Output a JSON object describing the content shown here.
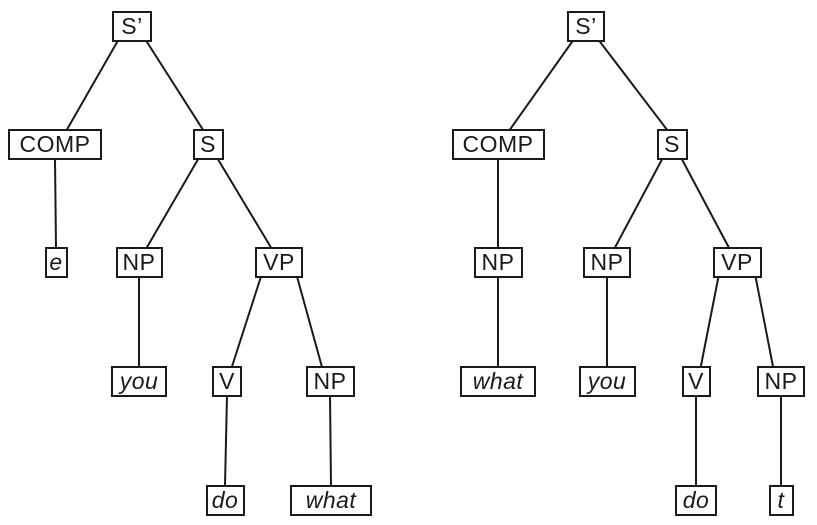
{
  "figure": {
    "title": "",
    "background": "#ffffff",
    "line_color": "#1a1a1a",
    "text_color": "#1a1a1a"
  },
  "trees": [
    {
      "name": "left-tree",
      "nodes": [
        {
          "id": "s1",
          "label": "S’",
          "italic": false
        },
        {
          "id": "comp",
          "label": "COMP",
          "italic": false
        },
        {
          "id": "s",
          "label": "S",
          "italic": false
        },
        {
          "id": "e",
          "label": "e",
          "italic": true
        },
        {
          "id": "np1",
          "label": "NP",
          "italic": false
        },
        {
          "id": "vp",
          "label": "VP",
          "italic": false
        },
        {
          "id": "you",
          "label": "you",
          "italic": true
        },
        {
          "id": "v",
          "label": "V",
          "italic": false
        },
        {
          "id": "np2",
          "label": "NP",
          "italic": false
        },
        {
          "id": "do",
          "label": "do",
          "italic": true
        },
        {
          "id": "what",
          "label": "what",
          "italic": true
        }
      ],
      "edges": [
        [
          "s1",
          "comp"
        ],
        [
          "s1",
          "s"
        ],
        [
          "comp",
          "e"
        ],
        [
          "s",
          "np1"
        ],
        [
          "s",
          "vp"
        ],
        [
          "np1",
          "you"
        ],
        [
          "vp",
          "v"
        ],
        [
          "vp",
          "np2"
        ],
        [
          "v",
          "do"
        ],
        [
          "np2",
          "what"
        ]
      ]
    },
    {
      "name": "right-tree",
      "nodes": [
        {
          "id": "s1",
          "label": "S’",
          "italic": false
        },
        {
          "id": "comp",
          "label": "COMP",
          "italic": false
        },
        {
          "id": "s",
          "label": "S",
          "italic": false
        },
        {
          "id": "np1",
          "label": "NP",
          "italic": false
        },
        {
          "id": "np2",
          "label": "NP",
          "italic": false
        },
        {
          "id": "vp",
          "label": "VP",
          "italic": false
        },
        {
          "id": "what",
          "label": "what",
          "italic": true
        },
        {
          "id": "you",
          "label": "you",
          "italic": true
        },
        {
          "id": "v",
          "label": "V",
          "italic": false
        },
        {
          "id": "np3",
          "label": "NP",
          "italic": false
        },
        {
          "id": "do",
          "label": "do",
          "italic": true
        },
        {
          "id": "t",
          "label": "t",
          "italic": true
        }
      ],
      "edges": [
        [
          "s1",
          "comp"
        ],
        [
          "s1",
          "s"
        ],
        [
          "comp",
          "np1"
        ],
        [
          "s",
          "np2"
        ],
        [
          "s",
          "vp"
        ],
        [
          "np1",
          "what"
        ],
        [
          "np2",
          "you"
        ],
        [
          "vp",
          "v"
        ],
        [
          "vp",
          "np3"
        ],
        [
          "v",
          "do"
        ],
        [
          "np3",
          "t"
        ]
      ]
    }
  ]
}
